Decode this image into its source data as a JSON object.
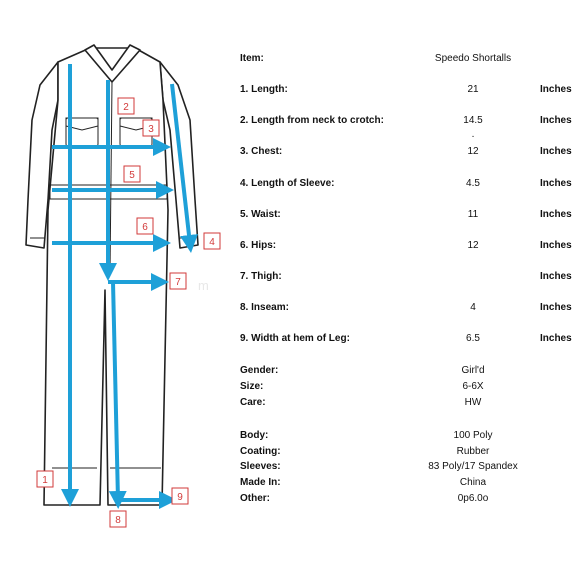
{
  "item": {
    "label": "Item:",
    "value": "Speedo Shortalls"
  },
  "measurements": [
    {
      "label": "1. Length:",
      "value": "21",
      "unit": "Inches"
    },
    {
      "label": "2. Length from neck to crotch:",
      "value": "14.5",
      "unit": "Inches"
    },
    {
      "label": "3. Chest:",
      "value": "12",
      "unit": "Inches"
    },
    {
      "label": "4. Length of Sleeve:",
      "value": "4.5",
      "unit": "Inches"
    },
    {
      "label": "5. Waist:",
      "value": "11",
      "unit": "Inches"
    },
    {
      "label": "6. Hips:",
      "value": "12",
      "unit": "Inches"
    },
    {
      "label": "7. Thigh:",
      "value": "",
      "unit": "Inches"
    },
    {
      "label": "8. Inseam:",
      "value": "4",
      "unit": "Inches"
    },
    {
      "label": "9. Width at hem of Leg:",
      "value": "6.5",
      "unit": "Inches"
    }
  ],
  "stray_mark": ".",
  "details": [
    {
      "label": "Gender:",
      "value": "Girl'd"
    },
    {
      "label": "Size:",
      "value": "6-6X"
    },
    {
      "label": "Care:",
      "value": "HW"
    }
  ],
  "materials": [
    {
      "label": "Body:",
      "value": "100 Poly"
    },
    {
      "label": "Coating:",
      "value": "Rubber"
    },
    {
      "label": "Sleeves:",
      "value": "83 Poly/17 Spandex"
    },
    {
      "label": "Made In:",
      "value": "China"
    },
    {
      "label": "Other:",
      "value": "0p6.0o"
    }
  ],
  "callouts": [
    "1",
    "2",
    "3",
    "4",
    "5",
    "6",
    "7",
    "8",
    "9"
  ],
  "colors": {
    "arrow": "#1ea0d8",
    "callout": "#d23a3a",
    "outline": "#222222"
  },
  "watermark": "m"
}
